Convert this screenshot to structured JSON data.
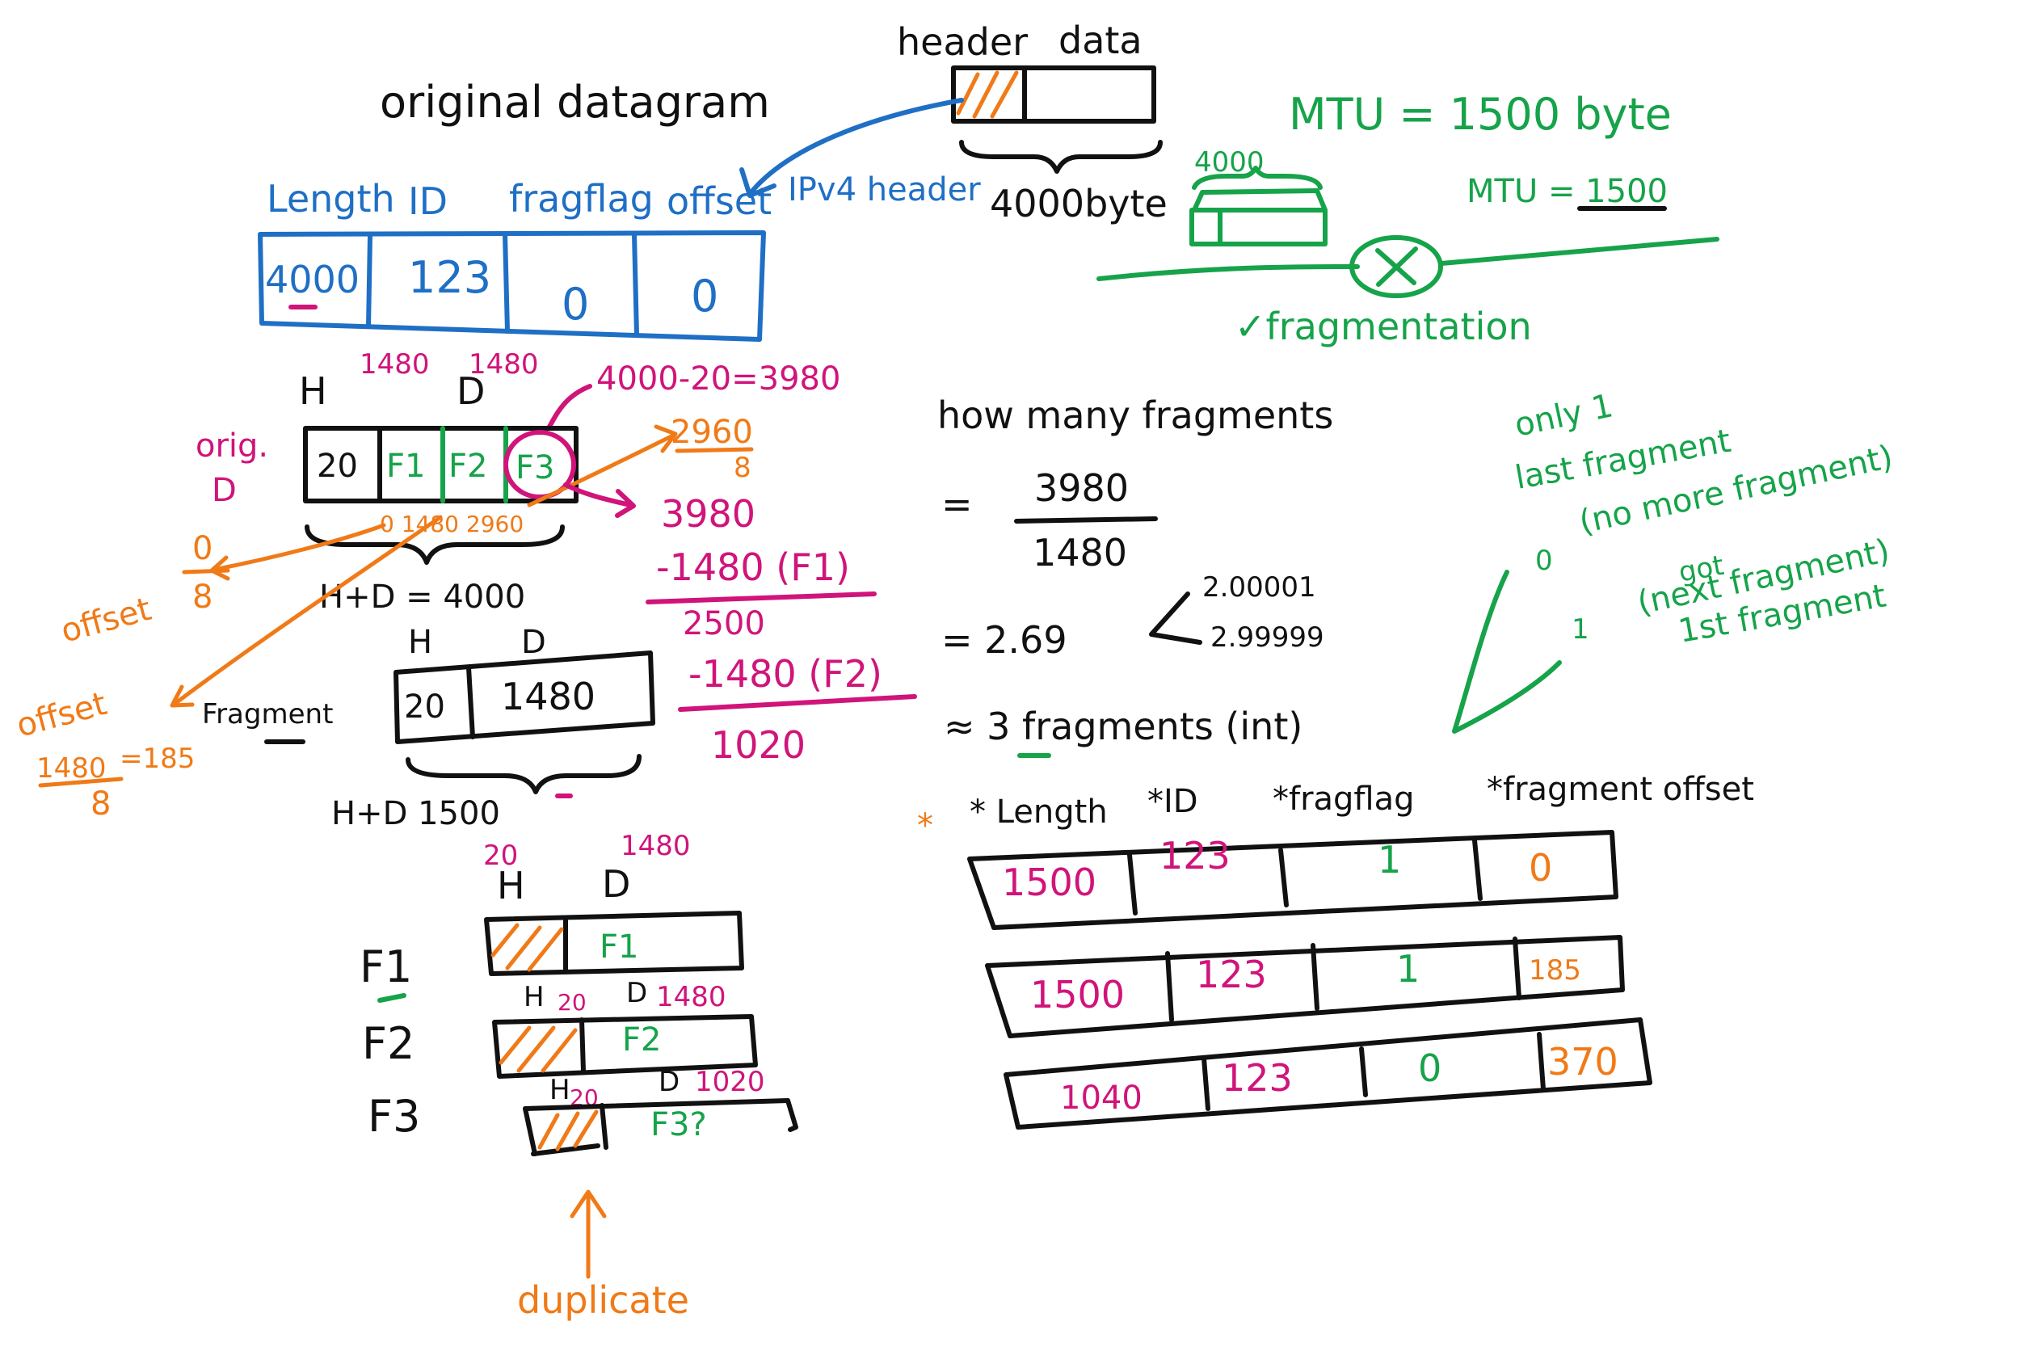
{
  "top": {
    "header_label": "header",
    "data_label": "data",
    "original_title": "original datagram",
    "size_label": "4000byte"
  },
  "ipv4": {
    "field_length": "Length",
    "field_id": "ID",
    "field_flag": "fragflag",
    "field_offset": "offset",
    "annotation": "IPv4 header",
    "values": [
      "4000",
      "123",
      "0",
      "0"
    ]
  },
  "mtu": {
    "title": "MTU = 1500 byte",
    "small_label": "MTU = 1500",
    "box_label": "4000",
    "result": "✓fragmentation"
  },
  "orig_split": {
    "H": "H",
    "D": "D",
    "num1": "1480",
    "num2": "1480",
    "data_calc": "4000-20=3980",
    "orig_label_1": "orig.",
    "orig_label_2": "D",
    "cells": [
      "20",
      "F1",
      "F2",
      "F3"
    ],
    "sum_label": "H+D = 4000",
    "small_marks": "0  1480  2960"
  },
  "subtraction": {
    "offset_top": "2960",
    "offset_bot": "8",
    "line1": "3980",
    "line2": "-1480 (F1)",
    "line3": "2500",
    "line4": "-1480 (F2)",
    "line5": "1020"
  },
  "offsets": {
    "offset1_label": "offset",
    "offset1_num": "0",
    "offset1_den": "8",
    "offset2_label": "offset",
    "offset2_num": "1480",
    "offset2_den": "8",
    "offset2_result": "=185"
  },
  "fragment": {
    "label": "Fragment",
    "H": "H",
    "D": "D",
    "cells": [
      "20",
      "1480"
    ],
    "sum_label": "H+D  1500"
  },
  "stack": {
    "top_H_num": "20",
    "top_D_num": "1480",
    "top_H": "H",
    "top_D": "D",
    "rows": [
      {
        "name": "F1",
        "data": "F1"
      },
      {
        "name": "F2",
        "data": "F2"
      },
      {
        "name": "F3",
        "data": "F3?"
      }
    ],
    "f2_H": "H",
    "f2_Hnum": "20",
    "f2_D": "D",
    "f2_Dnum": "1480",
    "f3_H": "H",
    "f3_Hnum": "20",
    "f3_D": "D",
    "f3_Dnum": "1020",
    "duplicate": "duplicate"
  },
  "calc": {
    "question": "how many fragments",
    "eq1": "=",
    "numerator": "3980",
    "denominator": "1480",
    "eq2": "= 2.69",
    "branch1": "2.00001",
    "branch2": "2.99999",
    "approx": "≈ 3 fragments (int)"
  },
  "flags_note": {
    "line1": "only 1",
    "line2": "last fragment",
    "line3": "(no more fragment)",
    "zero": "0",
    "line4": "got",
    "line5": "(next fragment)",
    "one": "1",
    "line6": "1st fragment"
  },
  "table": {
    "headers": [
      "* Length",
      "*ID",
      "*fragflag",
      "*fragment offset"
    ],
    "rows": [
      [
        "1500",
        "123",
        "1",
        "0"
      ],
      [
        "1500",
        "123",
        "1",
        "185"
      ],
      [
        "1040",
        "123",
        "0",
        "370"
      ]
    ]
  }
}
